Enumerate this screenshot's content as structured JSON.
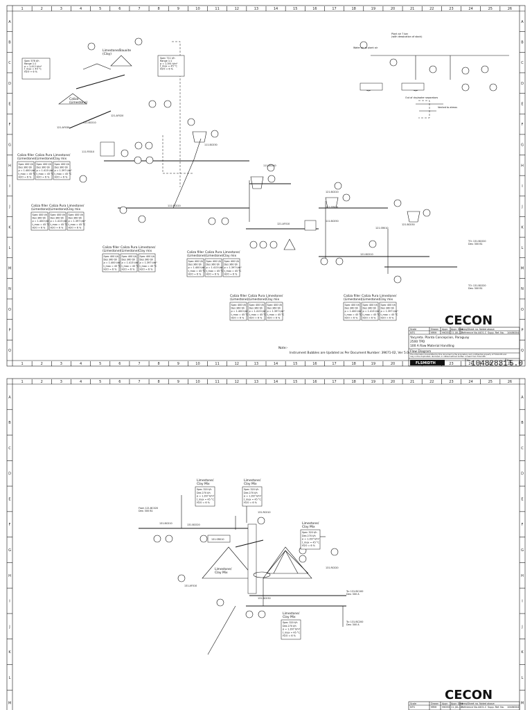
{
  "grid": {
    "columns": [
      "1",
      "2",
      "3",
      "4",
      "5",
      "6",
      "7",
      "8",
      "9",
      "10",
      "11",
      "12",
      "13",
      "14",
      "15",
      "16",
      "17",
      "18",
      "19",
      "20",
      "21",
      "22",
      "23",
      "24",
      "25",
      "26"
    ],
    "rows": [
      "A",
      "B",
      "C",
      "D",
      "E",
      "F",
      "G",
      "H",
      "I",
      "J",
      "K",
      "L",
      "M",
      "N",
      "O",
      "P",
      "Q"
    ]
  },
  "sheet1": {
    "logo": "CECON",
    "title_block": {
      "scale_label": "Scale",
      "scale": "NTS",
      "drawn_label": "Drawn",
      "drawn": "MMH",
      "appr_label": "Appr.",
      "appr": "HKOSS",
      "appr_date_label": "Appr. Date",
      "appr_date": "11-JUL-12",
      "area_label": "Area/Sheet no.",
      "area": "Noted above",
      "ref_label": "Reference No.",
      "ref": "4401-C",
      "supp_label": "Supp. Ref. No.",
      "supp": "10486304",
      "project": "Yacyreta. Planta Concepcion, Paraguay",
      "capacity": "2500 TPD",
      "system": "100 A Raw Material Handling",
      "drawing_type": "Flow Diagram",
      "disclaimer": "The information transmitted by this document is the proprietary and confidential property of FLSmidth and may not be duplicated, disclosed, or utilized without written consent from FLSmidth.",
      "brand": "FLSMIDTH",
      "no_label": "No.",
      "doc_number": "10482831",
      "rev_label": "Rev.",
      "rev": "5.0"
    },
    "note_1": "Note:-",
    "note_2": "Instrument Bubbles are Updated as Per Document Number: 39671-02, Ver 5.0",
    "labels": {
      "calizo_limestone": "Caliza\n(Limestone)",
      "limestone_clay": "Limestone/Bauxite\n(Clay)",
      "material_headers": [
        "Caliza filler\n(Limestone)",
        "Caliza Pura\n(Limestone)",
        "Limestone/\nClay mix"
      ],
      "spec_a": [
        "Spec 400 t/h",
        "Des 360 t/h",
        "ρ = 1.400 t/m³",
        "t_max = 45 °C",
        "H2O = 6 %"
      ],
      "spec_b": [
        "Spec 400 t/h",
        "Des 360 t/h",
        "ρ = 1.413 t/m³",
        "t_max = 45 °C",
        "H2O = 6 %"
      ],
      "spec_c": [
        "Spec 400 t/h",
        "Des 360 t/h",
        "ρ = 1.397 t/m³",
        "t_max = 45 °C",
        "H2O = 6 %"
      ],
      "left_spec": [
        "Spec 576 t/h",
        "Range 1:1",
        "ρ = 1.412 t/m³",
        "t_max = 45 °C",
        "H2O = 6 %"
      ],
      "top_spec": [
        "Spec 711 t/h",
        "Range 1:1",
        "ρ = 1.391 t/m³",
        "t_max = 45 °C",
        "H2O = 6 %"
      ],
      "plant_air": "Plant air 7 bar\n(with dessication of stock)",
      "water_line": "Water air to plant air",
      "filter_note": "Out of dry/water separators",
      "atmos": "Vented to atmos",
      "to_label": "TO: 131.BC020\nDes: 300 B1",
      "to_label2": "TO: 131.BC020\nDes: 300 B1",
      "tags": [
        "111.BC010",
        "111.FE010",
        "111.BC020",
        "111.BC030",
        "111.BC040",
        "111.BC050",
        "121.BC010",
        "121.BC020",
        "121.BC030",
        "121.AF010",
        "121.AF020",
        "121.AF030",
        "111.EP010",
        "121.SR010"
      ]
    }
  },
  "sheet2": {
    "logo": "CECON",
    "title_block": {
      "scale_label": "Scale",
      "scale": "NTS",
      "drawn_label": "Drawn",
      "drawn": "MMH",
      "appr_label": "Appr.",
      "appr": "HKOSS",
      "appr_date_label": "Appr. Date",
      "appr_date": "11-JUL-12",
      "area_label": "Area/Sheet no.",
      "area": "Noted above",
      "ref_label": "Reference No.",
      "ref": "4401-C",
      "supp_label": "Supp. Ref. No.",
      "supp": "10486304"
    },
    "labels": {
      "lc1": "Limestone/\nClay Mix",
      "lc2": "Limestone/\nClay Mix",
      "lc3": "Limestone/\nClay Mix",
      "lc4": "Limestone/\nClay Mix",
      "lc5": "Limestone/\nClay Mix",
      "spec": [
        "Spec 320 t/h",
        "Des 270 t/h",
        "ρ = 1.397 t/m³",
        "t_max = 45 °C",
        "H2O = 6 %"
      ],
      "from_label": "From 121.BC020\nDes: 300 B1",
      "to_label": "To: 131.BC100\nDes: 300 A",
      "to_label2": "To: 131.BC200\nDes: 300 A",
      "tags": [
        "131.BC010",
        "131.BC020",
        "131.SR010",
        "131.RC010",
        "131.RC020",
        "131.BC030",
        "131.AF010"
      ]
    }
  }
}
